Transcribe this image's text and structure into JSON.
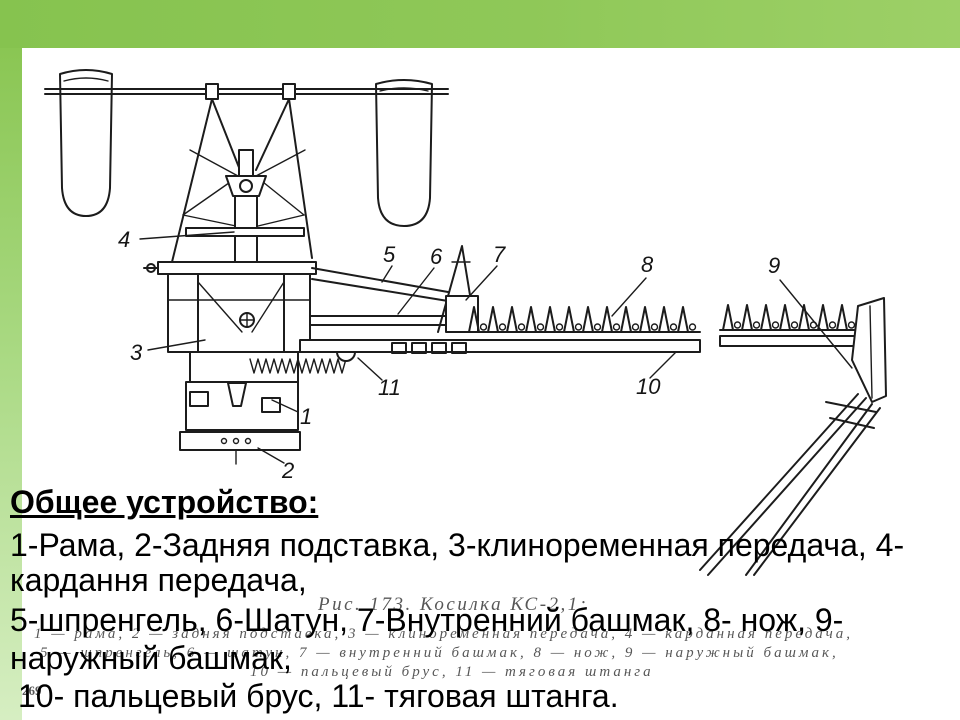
{
  "slide": {
    "heading": "Общее устройство:",
    "lines": [
      "1-Рама, 2-Задняя подставка, 3-клиноременная передача, 4-",
      "кардання передача,",
      "5-шпренгель, 6-Шатун, 7-Внутренний башмак, 8- нож, 9-",
      "наружный башмак,",
      "10- пальцевый брус, 11- тяговая штанга."
    ]
  },
  "scan": {
    "figure_caption": "Рис. 173. Косилка КС-2,1:",
    "legend_lines": [
      "1 — рама, 2 — задняя подставка, 3 — клиноременная передача, 4 — карданная передача,",
      "5 — шпренгель, 6 — шатун, 7 — внутренний башмак, 8 — нож, 9 — наружный башмак,",
      "10 — пальцевый брус, 11 — тяговая штанга"
    ],
    "page_number": "269"
  },
  "diagram": {
    "part_numbers": [
      "1",
      "2",
      "3",
      "4",
      "5",
      "6",
      "7",
      "8",
      "9",
      "10",
      "11"
    ]
  },
  "colors": {
    "frame_green": "#86c34f",
    "frame_green_light": "#d6eec2",
    "panel": "#ffffff",
    "text": "#000000",
    "scan_text": "#3a3a3a",
    "drawing_ink": "#1c1c1c"
  }
}
